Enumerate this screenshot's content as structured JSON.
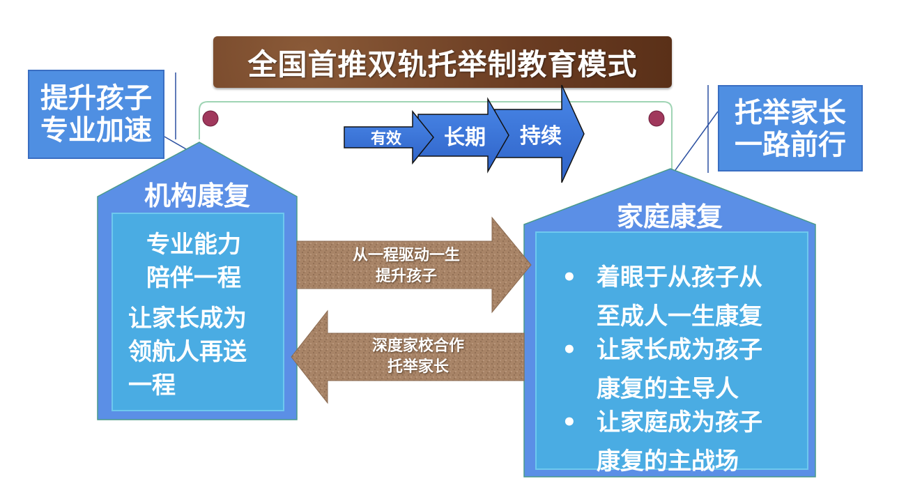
{
  "title": "全国首推双轨托举制教育模式",
  "left_tag": {
    "lines": [
      "提升孩子",
      "专业加速"
    ]
  },
  "right_tag": {
    "lines": [
      "托举家长",
      "一路前行"
    ]
  },
  "progress_arrows": [
    "有效",
    "长期",
    "持续"
  ],
  "institution": {
    "title": "机构康复",
    "group1": [
      "专业能力",
      "陪伴一程"
    ],
    "group2": [
      "让家长成为",
      "领航人再送",
      "一程"
    ]
  },
  "home": {
    "title": "家庭康复",
    "bullets": [
      {
        "marker": "•",
        "lines": [
          "着眼于从孩子从",
          "至成人一生康复"
        ]
      },
      {
        "marker": "•",
        "lines": [
          "让家长成为孩子",
          "康复的主导人"
        ]
      },
      {
        "marker": "•",
        "lines": [
          "让家庭成为孩子",
          "康复的主战场"
        ]
      }
    ]
  },
  "arrow_right": {
    "lines": [
      "从一程驱动一生",
      "提升孩子"
    ]
  },
  "arrow_left": {
    "lines": [
      "深度家校合作",
      "托举家长"
    ]
  },
  "colors": {
    "banner_brown": "#6a3c22",
    "tag_blue": "#4f8fe2",
    "house_outer": "#5b8fe6",
    "house_inner": "#4aace3",
    "arrow_blue": "#3a74d6",
    "arrow_tan": "#a88467",
    "bracket_green": "#9fd4b4",
    "dot_maroon": "#a0385c"
  }
}
